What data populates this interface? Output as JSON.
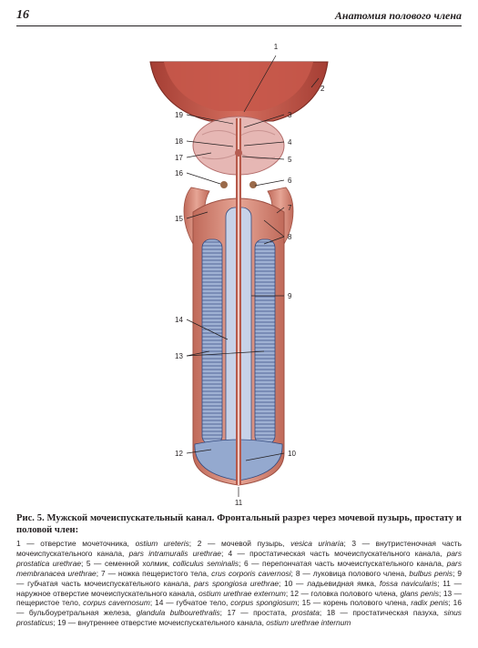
{
  "header": {
    "page_number": "16",
    "running_title": "Анатомия полового члена"
  },
  "figure": {
    "callouts": [
      "1",
      "2",
      "3",
      "4",
      "5",
      "6",
      "7",
      "8",
      "9",
      "10",
      "11",
      "12",
      "13",
      "14",
      "15",
      "16",
      "17",
      "18",
      "19"
    ]
  },
  "caption": {
    "title": "Рис. 5. Мужской мочеиспускательный канал. Фронтальный разрез через мочевой пузырь, простату и половой член:",
    "legend": [
      {
        "num": "1",
        "text": "отверстие мочеточника,",
        "term": "ostium ureteris"
      },
      {
        "num": "2",
        "text": "мочевой пузырь,",
        "term": "vesica urinaria"
      },
      {
        "num": "3",
        "text": "внутристеночная часть мочеиспускательного канала,",
        "term": "pars intramuralis urethrae"
      },
      {
        "num": "4",
        "text": "простатическая часть мочеиспускательного канала,",
        "term": "pars prostatica urethrae"
      },
      {
        "num": "5",
        "text": "семенной холмик,",
        "term": "colliculus seminalis"
      },
      {
        "num": "6",
        "text": "перепончатая часть мочеиспускательного канала,",
        "term": "pars membranacea urethrae"
      },
      {
        "num": "7",
        "text": "ножка пещеристого тела,",
        "term": "crus corporis cavernosi"
      },
      {
        "num": "8",
        "text": "луковица полового члена,",
        "term": "bulbus penis"
      },
      {
        "num": "9",
        "text": "губчатая часть мочеиспускательного канала,",
        "term": "pars spongiosa urethrae"
      },
      {
        "num": "10",
        "text": "ладьевидная ямка,",
        "term": "fossa navicularis"
      },
      {
        "num": "11",
        "text": "наружное отверстие мочеиспускательного канала,",
        "term": "ostium urethrae externum"
      },
      {
        "num": "12",
        "text": "головка полового члена,",
        "term": "glans penis"
      },
      {
        "num": "13",
        "text": "пещеристое тело,",
        "term": "corpus cavernosum"
      },
      {
        "num": "14",
        "text": "губчатое тело,",
        "term": "corpus spongiosum"
      },
      {
        "num": "15",
        "text": "корень полового члена,",
        "term": "radix penis"
      },
      {
        "num": "16",
        "text": "бульбоуретральная железа,",
        "term": "glandula bulbourethralis"
      },
      {
        "num": "17",
        "text": "простата,",
        "term": "prostata"
      },
      {
        "num": "18",
        "text": "простатическая пазуха,",
        "term": "sinus prostaticus"
      },
      {
        "num": "19",
        "text": "внутреннее отверстие мочеиспускательного канала,",
        "term": "ostium urethrae internum"
      }
    ]
  },
  "colors": {
    "bladder": "#c4584a",
    "prostate": "#e3aeab",
    "cavernous": "#8ea3c9",
    "skin": "#d98a78"
  }
}
